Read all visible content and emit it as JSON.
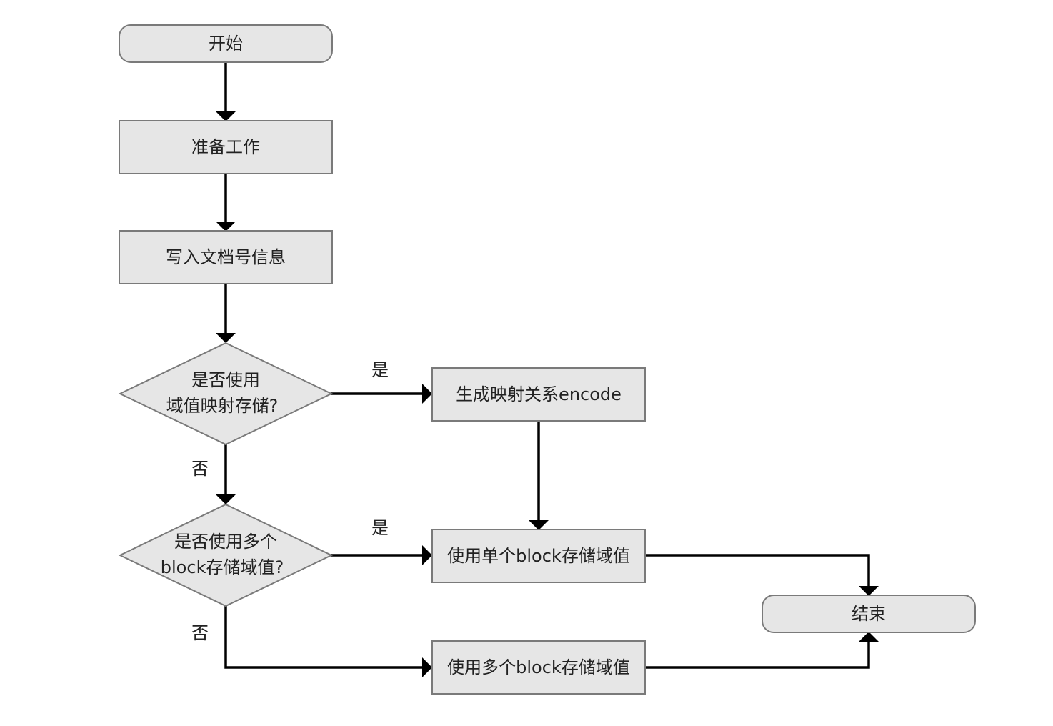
{
  "nodes": {
    "start": "开始",
    "prepare": "准备工作",
    "write_doc_id": "写入文档号信息",
    "decision_mapping": [
      "是否使用",
      "域值映射存储?"
    ],
    "generate_encode": "生成映射关系encode",
    "decision_multi_block": [
      "是否使用多个",
      "block存储域值?"
    ],
    "single_block": "使用单个block存储域值",
    "multi_block": "使用多个block存储域值",
    "end": "结束"
  },
  "edge_labels": {
    "mapping_yes": "是",
    "mapping_no": "否",
    "multi_yes": "是",
    "multi_no": "否"
  },
  "colors": {
    "node_fill": "#e6e6e6",
    "node_border": "#7a7a7a",
    "edge": "#000000",
    "text": "#222222"
  }
}
